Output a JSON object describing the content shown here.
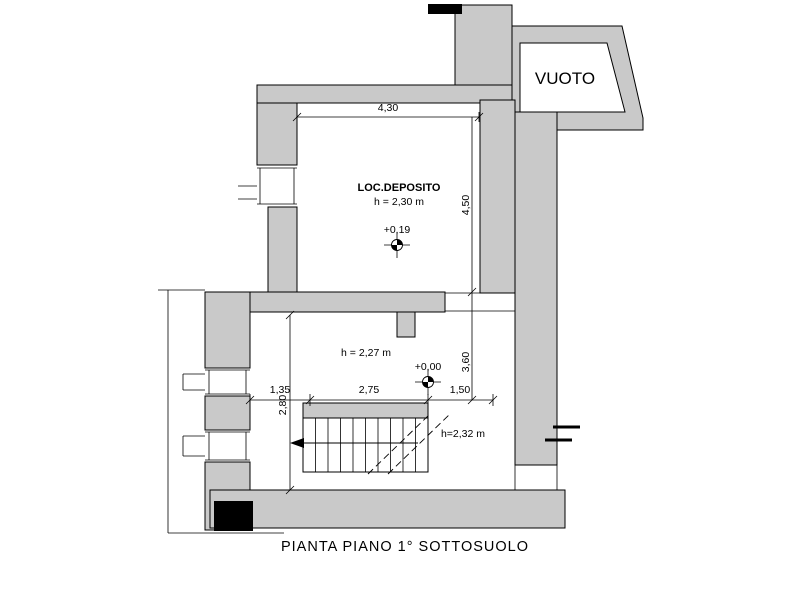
{
  "colors": {
    "wall_fill": "#c9c9c9",
    "line": "#000000",
    "background": "#ffffff"
  },
  "title": "PIANTA PIANO 1° SOTTOSUOLO",
  "rooms": {
    "vuoto": {
      "label": "VUOTO"
    },
    "deposito": {
      "label": "LOC.DEPOSITO",
      "height": "h = 2,30 m",
      "elevation": "+0,19"
    },
    "lower_room": {
      "height": "h = 2,27 m",
      "elevation": "+0,00"
    },
    "stairs": {
      "height": "h=2,32 m"
    }
  },
  "dimensions": {
    "top_width": "4,30",
    "upper_room_depth": "4,50",
    "lower_room_depth": "3,60",
    "lower_left_width": "1,35",
    "stairs_width": "2,75",
    "lower_right_width": "1,50",
    "left_depth": "2,80"
  }
}
